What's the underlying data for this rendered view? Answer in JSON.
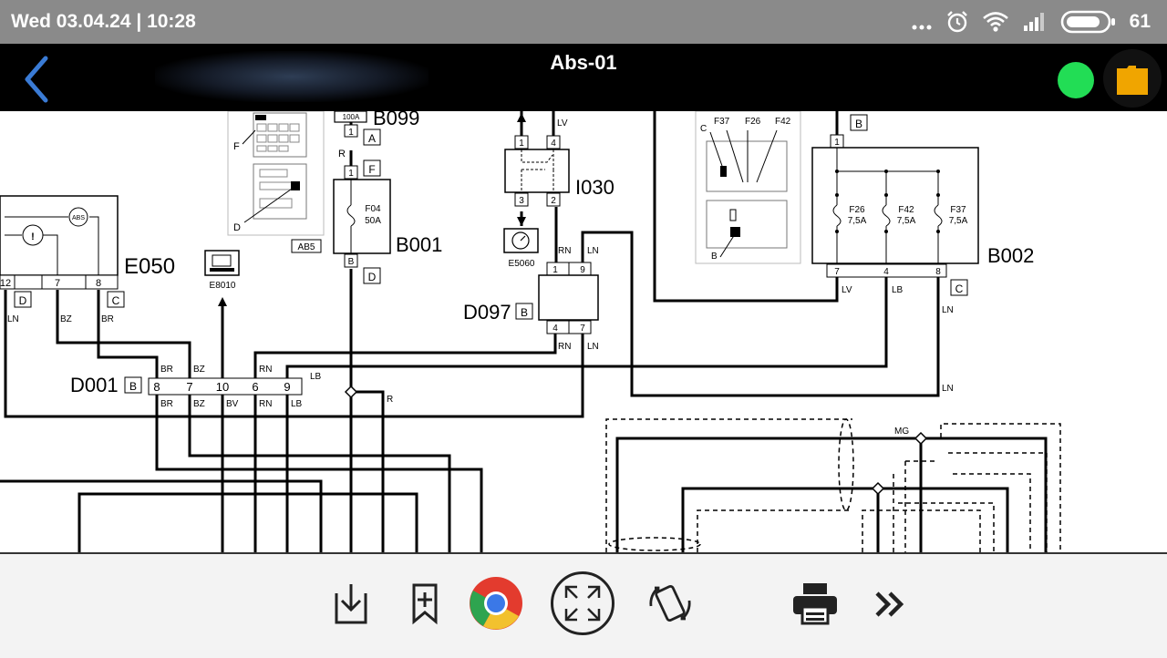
{
  "status_bar": {
    "datetime": "Wed 03.04.24 | 10:28",
    "battery_level": "61",
    "icons": [
      "more-dots-icon",
      "alarm-icon",
      "wifi-icon",
      "signal-icon",
      "battery-icon"
    ]
  },
  "header": {
    "title": "Abs-01",
    "status_color": "#22dd55",
    "folder_color": "#f0a500",
    "back_color": "#3a7bd5"
  },
  "diagram": {
    "components": {
      "b099": "B099",
      "b001": "B001",
      "i030": "I030",
      "e5060": "E5060",
      "d097": "D097",
      "b002": "B002",
      "e050": "E050",
      "e8010": "E8010",
      "d001": "D001",
      "ab5": "AB5",
      "f04": "F04",
      "f04_rating": "50A",
      "f26": "F26",
      "f42": "F42",
      "f37": "F37",
      "rating_7_5a": "7,5A",
      "fuse_100a": "100A",
      "abs_symbol": "ABS"
    },
    "connectors": {
      "a": "A",
      "b": "B",
      "c": "C",
      "d": "D",
      "f": "F"
    },
    "wire_colors": {
      "r": "R",
      "lv": "LV",
      "rn": "RN",
      "ln": "LN",
      "lb": "LB",
      "br": "BR",
      "bz": "BZ",
      "bv": "BV",
      "mg": "MG"
    },
    "pins": {
      "p1": "1",
      "p2": "2",
      "p3": "3",
      "p4": "4",
      "p6": "6",
      "p7": "7",
      "p8": "8",
      "p9": "9",
      "p10": "10",
      "p12": "12"
    }
  },
  "toolbar": {
    "buttons": [
      "download-icon",
      "bookmark-add-icon",
      "chrome-icon",
      "fullscreen-icon",
      "rotate-icon",
      "print-icon",
      "more-icon"
    ]
  }
}
